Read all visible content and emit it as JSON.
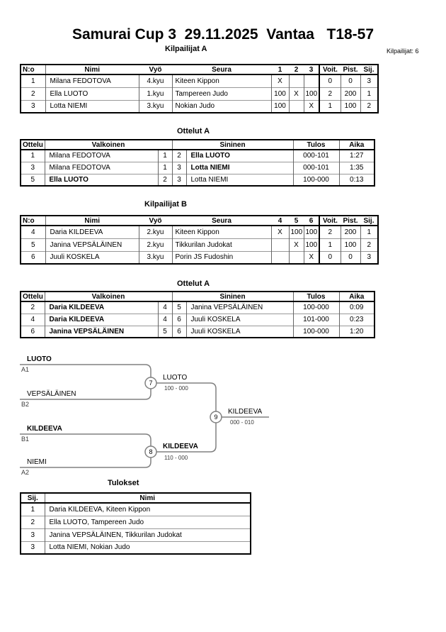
{
  "page": {
    "title": "Samurai Cup 3  29.11.2025  Vantaa   T18-57",
    "competitors_label": "Kilpailijat: 6"
  },
  "colors": {
    "table_border": "#000000",
    "grid_line": "#808080",
    "bracket_line": "#808080",
    "text": "#000000",
    "background": "#ffffff"
  },
  "pool_a": {
    "heading": "Kilpailijat A",
    "headers": {
      "no": "N:o",
      "name": "Nimi",
      "belt": "Vyö",
      "club": "Seura",
      "c1": "1",
      "c2": "2",
      "c3": "3",
      "wins": "Voit.",
      "points": "Pist.",
      "place": "Sij."
    },
    "rows": [
      {
        "no": "1",
        "name": "Milana FEDOTOVA",
        "belt": "4.kyu",
        "club": "Kiteen Kippon",
        "c1": "X",
        "c2": "",
        "c3": "",
        "wins": "0",
        "points": "0",
        "place": "3"
      },
      {
        "no": "2",
        "name": "Ella LUOTO",
        "belt": "1.kyu",
        "club": "Tampereen Judo",
        "c1": "100",
        "c2": "X",
        "c3": "100",
        "wins": "2",
        "points": "200",
        "place": "1"
      },
      {
        "no": "3",
        "name": "Lotta NIEMI",
        "belt": "3.kyu",
        "club": "Nokian Judo",
        "c1": "100",
        "c2": "",
        "c3": "X",
        "wins": "1",
        "points": "100",
        "place": "2"
      }
    ]
  },
  "matches_a": {
    "heading": "Ottelut A",
    "headers": {
      "match": "Ottelu",
      "white": "Valkoinen",
      "blue": "Sininen",
      "score": "Tulos",
      "time": "Aika"
    },
    "rows": [
      {
        "match": "1",
        "white": "Milana FEDOTOVA",
        "white_win": false,
        "wno": "1",
        "bno": "2",
        "blue": "Ella LUOTO",
        "blue_win": true,
        "score": "000-101",
        "time": "1:27"
      },
      {
        "match": "3",
        "white": "Milana FEDOTOVA",
        "white_win": false,
        "wno": "1",
        "bno": "3",
        "blue": "Lotta NIEMI",
        "blue_win": true,
        "score": "000-101",
        "time": "1:35"
      },
      {
        "match": "5",
        "white": "Ella LUOTO",
        "white_win": true,
        "wno": "2",
        "bno": "3",
        "blue": "Lotta NIEMI",
        "blue_win": false,
        "score": "100-000",
        "time": "0:13"
      }
    ]
  },
  "pool_b": {
    "heading": "Kilpailijat B",
    "headers": {
      "no": "N:o",
      "name": "Nimi",
      "belt": "Vyö",
      "club": "Seura",
      "c1": "4",
      "c2": "5",
      "c3": "6",
      "wins": "Voit.",
      "points": "Pist.",
      "place": "Sij."
    },
    "rows": [
      {
        "no": "4",
        "name": "Daria KILDEEVA",
        "belt": "2.kyu",
        "club": "Kiteen Kippon",
        "c1": "X",
        "c2": "100",
        "c3": "100",
        "wins": "2",
        "points": "200",
        "place": "1"
      },
      {
        "no": "5",
        "name": "Janina VEPSÄLÄINEN",
        "belt": "2.kyu",
        "club": "Tikkurilan Judokat",
        "c1": "",
        "c2": "X",
        "c3": "100",
        "wins": "1",
        "points": "100",
        "place": "2"
      },
      {
        "no": "6",
        "name": "Juuli KOSKELA",
        "belt": "3.kyu",
        "club": "Porin JS Fudoshin",
        "c1": "",
        "c2": "",
        "c3": "X",
        "wins": "0",
        "points": "0",
        "place": "3"
      }
    ]
  },
  "matches_b": {
    "heading": "Ottelut A",
    "headers": {
      "match": "Ottelu",
      "white": "Valkoinen",
      "blue": "Sininen",
      "score": "Tulos",
      "time": "Aika"
    },
    "rows": [
      {
        "match": "2",
        "white": "Daria KILDEEVA",
        "white_win": true,
        "wno": "4",
        "bno": "5",
        "blue": "Janina VEPSÄLÄINEN",
        "blue_win": false,
        "score": "100-000",
        "time": "0:09"
      },
      {
        "match": "4",
        "white": "Daria KILDEEVA",
        "white_win": true,
        "wno": "4",
        "bno": "6",
        "blue": "Juuli KOSKELA",
        "blue_win": false,
        "score": "101-000",
        "time": "0:23"
      },
      {
        "match": "6",
        "white": "Janina VEPSÄLÄINEN",
        "white_win": true,
        "wno": "5",
        "bno": "6",
        "blue": "Juuli KOSKELA",
        "blue_win": false,
        "score": "100-000",
        "time": "1:20"
      }
    ]
  },
  "bracket": {
    "slot1": {
      "name": "LUOTO",
      "seed": "A1",
      "bold": true
    },
    "slot2": {
      "name": "VEPSÄLÄINEN",
      "seed": "B2",
      "bold": false
    },
    "slot3": {
      "name": "KILDEEVA",
      "seed": "B1",
      "bold": true
    },
    "slot4": {
      "name": "NIEMI",
      "seed": "A2",
      "bold": false
    },
    "semi1": {
      "number": "7",
      "winner": "LUOTO",
      "score": "100 - 000",
      "bold": false
    },
    "semi2": {
      "number": "8",
      "winner": "KILDEEVA",
      "score": "110 - 000",
      "bold": true
    },
    "final": {
      "number": "9",
      "winner": "KILDEEVA",
      "score": "000 - 010",
      "bold": false
    }
  },
  "results": {
    "heading": "Tulokset",
    "headers": {
      "place": "Sij.",
      "name": "Nimi"
    },
    "rows": [
      {
        "place": "1",
        "name": "Daria KILDEEVA, Kiteen Kippon"
      },
      {
        "place": "2",
        "name": "Ella LUOTO, Tampereen Judo"
      },
      {
        "place": "3",
        "name": "Janina VEPSÄLÄINEN, Tikkurilan Judokat"
      },
      {
        "place": "3",
        "name": "Lotta NIEMI, Nokian Judo"
      }
    ]
  }
}
